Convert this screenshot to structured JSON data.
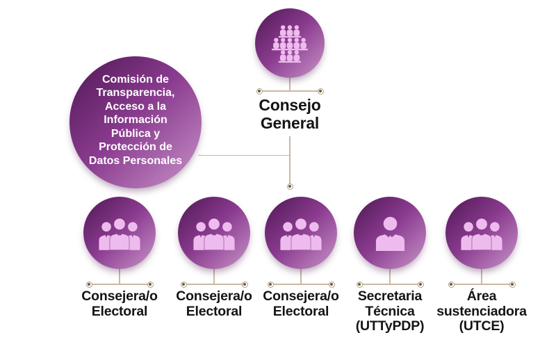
{
  "palette": {
    "bubble_gradient_start": "#4f1754",
    "bubble_gradient_mid": "#8a3b8f",
    "bubble_gradient_end": "#c994c9",
    "icon_color": "#eebbee",
    "connector_color": "#c9b8a2",
    "node_ring_color": "#b29c80",
    "node_dot_color": "#6d5c44",
    "label_color": "#141414",
    "commission_text_color": "#ffffff",
    "background": "#ffffff"
  },
  "org": {
    "root": {
      "label": "Consejo\nGeneral",
      "icon": "assembly-icon"
    },
    "commission": {
      "label": "Comisión de\nTransparencia,\nAcceso a la\nInformación\nPública y\nProtección de\nDatos Personales"
    },
    "children": [
      {
        "label": "Consejera/o\nElectoral",
        "icon": "group-icon"
      },
      {
        "label": "Consejera/o\nElectoral",
        "icon": "group-icon"
      },
      {
        "label": "Consejera/o\nElectoral",
        "icon": "group-icon"
      },
      {
        "label": "Secretaria\nTécnica\n(UTTyPDP)",
        "icon": "person-icon"
      },
      {
        "label": "Área\nsustenciadora\n(UTCE)",
        "icon": "group-icon"
      }
    ]
  }
}
